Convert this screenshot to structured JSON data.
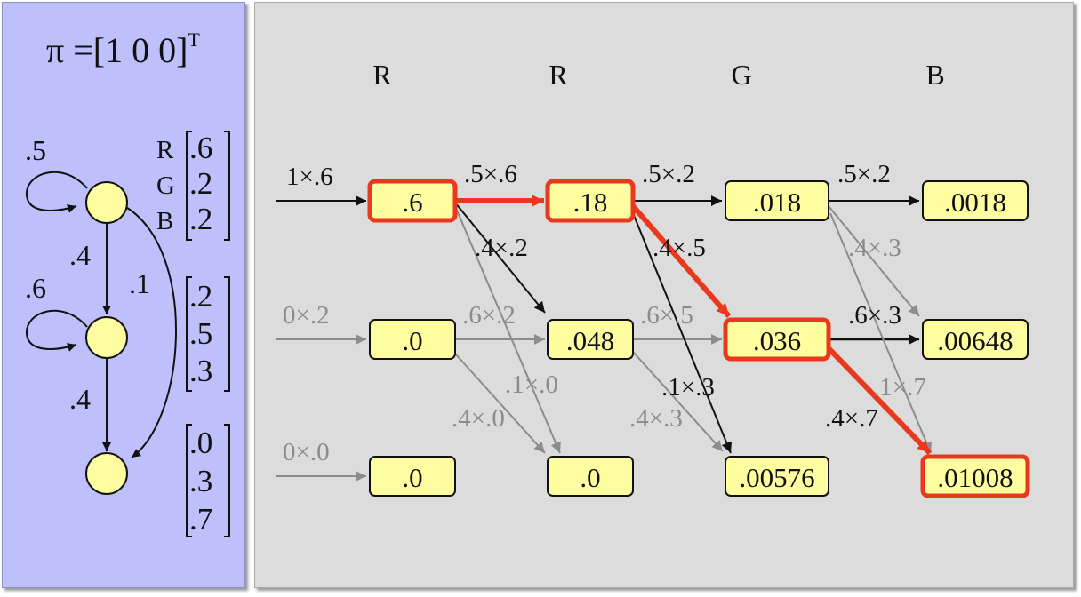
{
  "initial": {
    "formula": "π =[1 0 0]",
    "sup": "T"
  },
  "model": {
    "transitions": {
      "s1_self": ".5",
      "s2_self": ".6",
      "s1_s2": ".4",
      "s1_s3": ".1",
      "s2_s3": ".4"
    },
    "emission_symbols": [
      "R",
      "G",
      "B"
    ],
    "emissions": [
      [
        ".6",
        ".2",
        ".2"
      ],
      [
        ".2",
        ".5",
        ".3"
      ],
      [
        ".0",
        ".3",
        ".7"
      ]
    ]
  },
  "trellis": {
    "observations": [
      "R",
      "R",
      "G",
      "B"
    ],
    "columns": [
      {
        "nodes": [
          ".6",
          ".0",
          ".0"
        ],
        "entry_labels": [
          "1×.6",
          "0×.2",
          "0×.0"
        ]
      },
      {
        "nodes": [
          ".18",
          ".048",
          ".0"
        ],
        "edge_labels": [
          ".5×.6",
          ".4×.2",
          ".6×.2",
          ".1×.0",
          ".4×.0"
        ]
      },
      {
        "nodes": [
          ".018",
          ".036",
          ".00576"
        ],
        "edge_labels": [
          ".5×.2",
          ".4×.5",
          ".6×.5",
          ".1×.3",
          ".4×.3"
        ]
      },
      {
        "nodes": [
          ".0018",
          ".00648",
          ".01008"
        ],
        "edge_labels": [
          ".5×.2",
          ".4×.3",
          ".6×.3",
          ".1×.7",
          ".4×.7"
        ]
      }
    ],
    "best_path": [
      0,
      0,
      1,
      2
    ]
  },
  "colors": {
    "left_panel": "#bdc0fb",
    "right_panel": "#dcdcdc",
    "node_fill": "#fefea0",
    "highlight": "#e8391e",
    "active_edge": "#111111",
    "inactive_edge": "#8c8c8c"
  }
}
